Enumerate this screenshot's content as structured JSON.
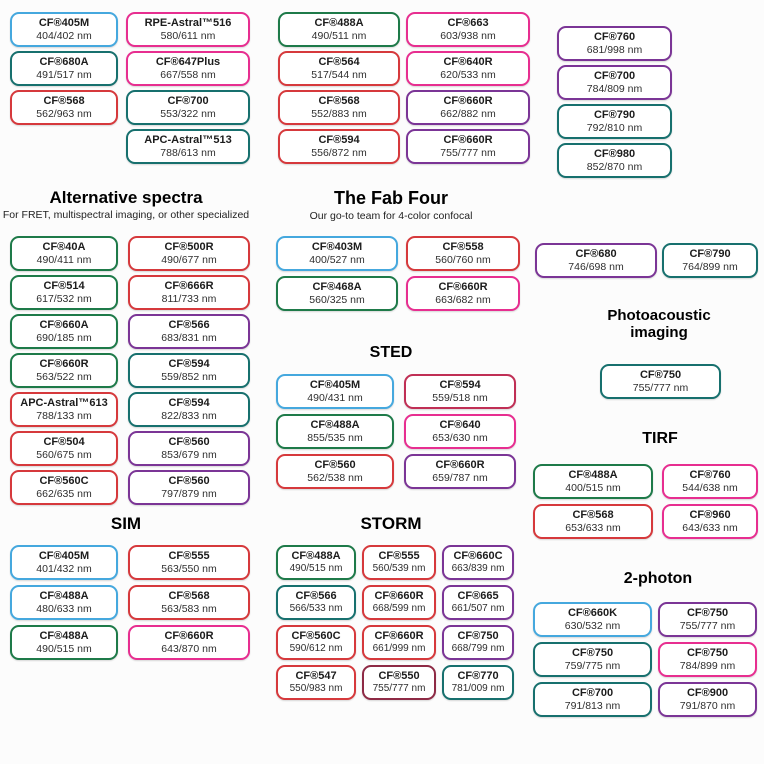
{
  "colors": {
    "blue": "#45A8DE",
    "green": "#1E7A49",
    "teal": "#17706E",
    "red": "#D6393C",
    "crimson": "#C02F55",
    "pink": "#E72E90",
    "purple": "#7B3596",
    "maroon": "#8E2A45"
  },
  "top": {
    "group_a_col1": [
      {
        "name": "CF®405M",
        "value": "404/402 nm",
        "color": "blue"
      },
      {
        "name": "CF®680A",
        "value": "491/517 nm",
        "color": "teal"
      },
      {
        "name": "CF®568",
        "value": "562/963 nm",
        "color": "red"
      }
    ],
    "group_a_col2": [
      {
        "name": "RPE-Astral™516",
        "value": "580/611 nm",
        "color": "pink"
      },
      {
        "name": "CF®647Plus",
        "value": "667/558 nm",
        "color": "pink"
      },
      {
        "name": "CF®700",
        "value": "553/322 nm",
        "color": "teal"
      },
      {
        "name": "APC-Astral™513",
        "value": "788/613 nm",
        "color": "teal"
      }
    ],
    "group_b_col1": [
      {
        "name": "CF®488A",
        "value": "490/511 nm",
        "color": "green"
      },
      {
        "name": "CF®564",
        "value": "517/544 nm",
        "color": "red"
      },
      {
        "name": "CF®568",
        "value": "552/883 nm",
        "color": "red"
      },
      {
        "name": "CF®594",
        "value": "556/872 nm",
        "color": "red"
      }
    ],
    "group_b_col2": [
      {
        "name": "CF®663",
        "value": "603/938 nm",
        "color": "pink"
      },
      {
        "name": "CF®640R",
        "value": "620/533 nm",
        "color": "pink"
      },
      {
        "name": "CF®660R",
        "value": "662/882 nm",
        "color": "purple"
      },
      {
        "name": "CF®660R",
        "value": "755/777 nm",
        "color": "purple"
      }
    ],
    "group_c": [
      {
        "name": "CF®760",
        "value": "681/998 nm",
        "color": "purple"
      },
      {
        "name": "CF®700",
        "value": "784/809 nm",
        "color": "purple"
      },
      {
        "name": "CF®790",
        "value": "792/810 nm",
        "color": "teal"
      },
      {
        "name": "CF®980",
        "value": "852/870 nm",
        "color": "teal"
      }
    ]
  },
  "sections": {
    "alternative": {
      "title": "Alternative spectra",
      "subtitle": "For FRET, multispectral imaging, or other specialized",
      "col1": [
        {
          "name": "CF®40A",
          "value": "490/411 nm",
          "color": "green"
        },
        {
          "name": "CF®514",
          "value": "617/532 nm",
          "color": "green"
        },
        {
          "name": "CF®660A",
          "value": "690/185 nm",
          "color": "green"
        },
        {
          "name": "CF®660R",
          "value": "563/522 nm",
          "color": "green"
        },
        {
          "name": "APC-Astral™613",
          "value": "788/133 nm",
          "color": "red"
        },
        {
          "name": "CF®504",
          "value": "560/675 nm",
          "color": "red"
        },
        {
          "name": "CF®560C",
          "value": "662/635 nm",
          "color": "red"
        }
      ],
      "col2": [
        {
          "name": "CF®500R",
          "value": "490/677 nm",
          "color": "red"
        },
        {
          "name": "CF®666R",
          "value": "811/733 nm",
          "color": "red"
        },
        {
          "name": "CF®566",
          "value": "683/831 nm",
          "color": "purple"
        },
        {
          "name": "CF®594",
          "value": "559/852 nm",
          "color": "teal"
        },
        {
          "name": "CF®594",
          "value": "822/833 nm",
          "color": "teal"
        },
        {
          "name": "CF®560",
          "value": "853/679 nm",
          "color": "purple"
        },
        {
          "name": "CF®560",
          "value": "797/879 nm",
          "color": "purple"
        }
      ]
    },
    "fab_four": {
      "title": "The Fab Four",
      "subtitle": "Our go-to team for 4-color confocal",
      "pills": [
        {
          "name": "CF®403M",
          "value": "400/527 nm",
          "color": "blue"
        },
        {
          "name": "CF®558",
          "value": "560/760 nm",
          "color": "red"
        },
        {
          "name": "CF®468A",
          "value": "560/325 nm",
          "color": "green"
        },
        {
          "name": "CF®660R",
          "value": "663/682 nm",
          "color": "pink"
        }
      ]
    },
    "sted": {
      "title": "STED",
      "pills": [
        {
          "name": "CF®405M",
          "value": "490/431 nm",
          "color": "blue"
        },
        {
          "name": "CF®594",
          "value": "559/518 nm",
          "color": "crimson"
        },
        {
          "name": "CF®488A",
          "value": "855/535 nm",
          "color": "green"
        },
        {
          "name": "CF®640",
          "value": "653/630 nm",
          "color": "pink"
        },
        {
          "name": "CF®560",
          "value": "562/538 nm",
          "color": "red"
        },
        {
          "name": "CF®660R",
          "value": "659/787 nm",
          "color": "purple"
        }
      ]
    },
    "sim": {
      "title": "SIM",
      "pills": [
        {
          "name": "CF®405M",
          "value": "401/432 nm",
          "color": "blue"
        },
        {
          "name": "CF®555",
          "value": "563/550 nm",
          "color": "red"
        },
        {
          "name": "CF®488A",
          "value": "480/633 nm",
          "color": "blue"
        },
        {
          "name": "CF®568",
          "value": "563/583 nm",
          "color": "red"
        },
        {
          "name": "CF®488A",
          "value": "490/515 nm",
          "color": "green"
        },
        {
          "name": "CF®660R",
          "value": "643/870 nm",
          "color": "pink"
        }
      ]
    },
    "storm": {
      "title": "STORM",
      "pills": [
        {
          "name": "CF®488A",
          "value": "490/515 nm",
          "color": "green"
        },
        {
          "name": "CF®555",
          "value": "560/539 nm",
          "color": "red"
        },
        {
          "name": "CF®660C",
          "value": "663/839 nm",
          "color": "purple"
        },
        {
          "name": "CF®566",
          "value": "566/533 nm",
          "color": "teal"
        },
        {
          "name": "CF®660R",
          "value": "668/599 nm",
          "color": "red"
        },
        {
          "name": "CF®665",
          "value": "661/507 nm",
          "color": "purple"
        },
        {
          "name": "CF®560C",
          "value": "590/612 nm",
          "color": "red"
        },
        {
          "name": "CF®660R",
          "value": "661/999 nm",
          "color": "red"
        },
        {
          "name": "CF®750",
          "value": "668/799 nm",
          "color": "purple"
        },
        {
          "name": "CF®547",
          "value": "550/983 nm",
          "color": "red"
        },
        {
          "name": "CF®550",
          "value": "755/777 nm",
          "color": "maroon"
        },
        {
          "name": "CF®770",
          "value": "781/009 nm",
          "color": "teal"
        }
      ]
    },
    "duo": {
      "pills": [
        {
          "name": "CF®680",
          "value": "746/698 nm",
          "color": "purple"
        },
        {
          "name": "CF®790",
          "value": "764/899 nm",
          "color": "teal"
        }
      ]
    },
    "photoacoustic": {
      "title": "Photoacoustic imaging",
      "pills": [
        {
          "name": "CF®750",
          "value": "755/777 nm",
          "color": "teal"
        }
      ]
    },
    "tirf": {
      "title": "TIRF",
      "pills": [
        {
          "name": "CF®488A",
          "value": "400/515 nm",
          "color": "green"
        },
        {
          "name": "CF®760",
          "value": "544/638 nm",
          "color": "pink"
        },
        {
          "name": "CF®568",
          "value": "653/633 nm",
          "color": "red"
        },
        {
          "name": "CF®960",
          "value": "643/633 nm",
          "color": "pink"
        }
      ]
    },
    "two_photon": {
      "title": "2-photon",
      "pills": [
        {
          "name": "CF®660K",
          "value": "630/532 nm",
          "color": "blue"
        },
        {
          "name": "CF®750",
          "value": "755/777 nm",
          "color": "purple"
        },
        {
          "name": "CF®750",
          "value": "759/775 nm",
          "color": "teal"
        },
        {
          "name": "CF®750",
          "value": "784/899 nm",
          "color": "pink"
        },
        {
          "name": "CF®700",
          "value": "791/813 nm",
          "color": "teal"
        },
        {
          "name": "CF®900",
          "value": "791/870 nm",
          "color": "purple"
        }
      ]
    }
  }
}
